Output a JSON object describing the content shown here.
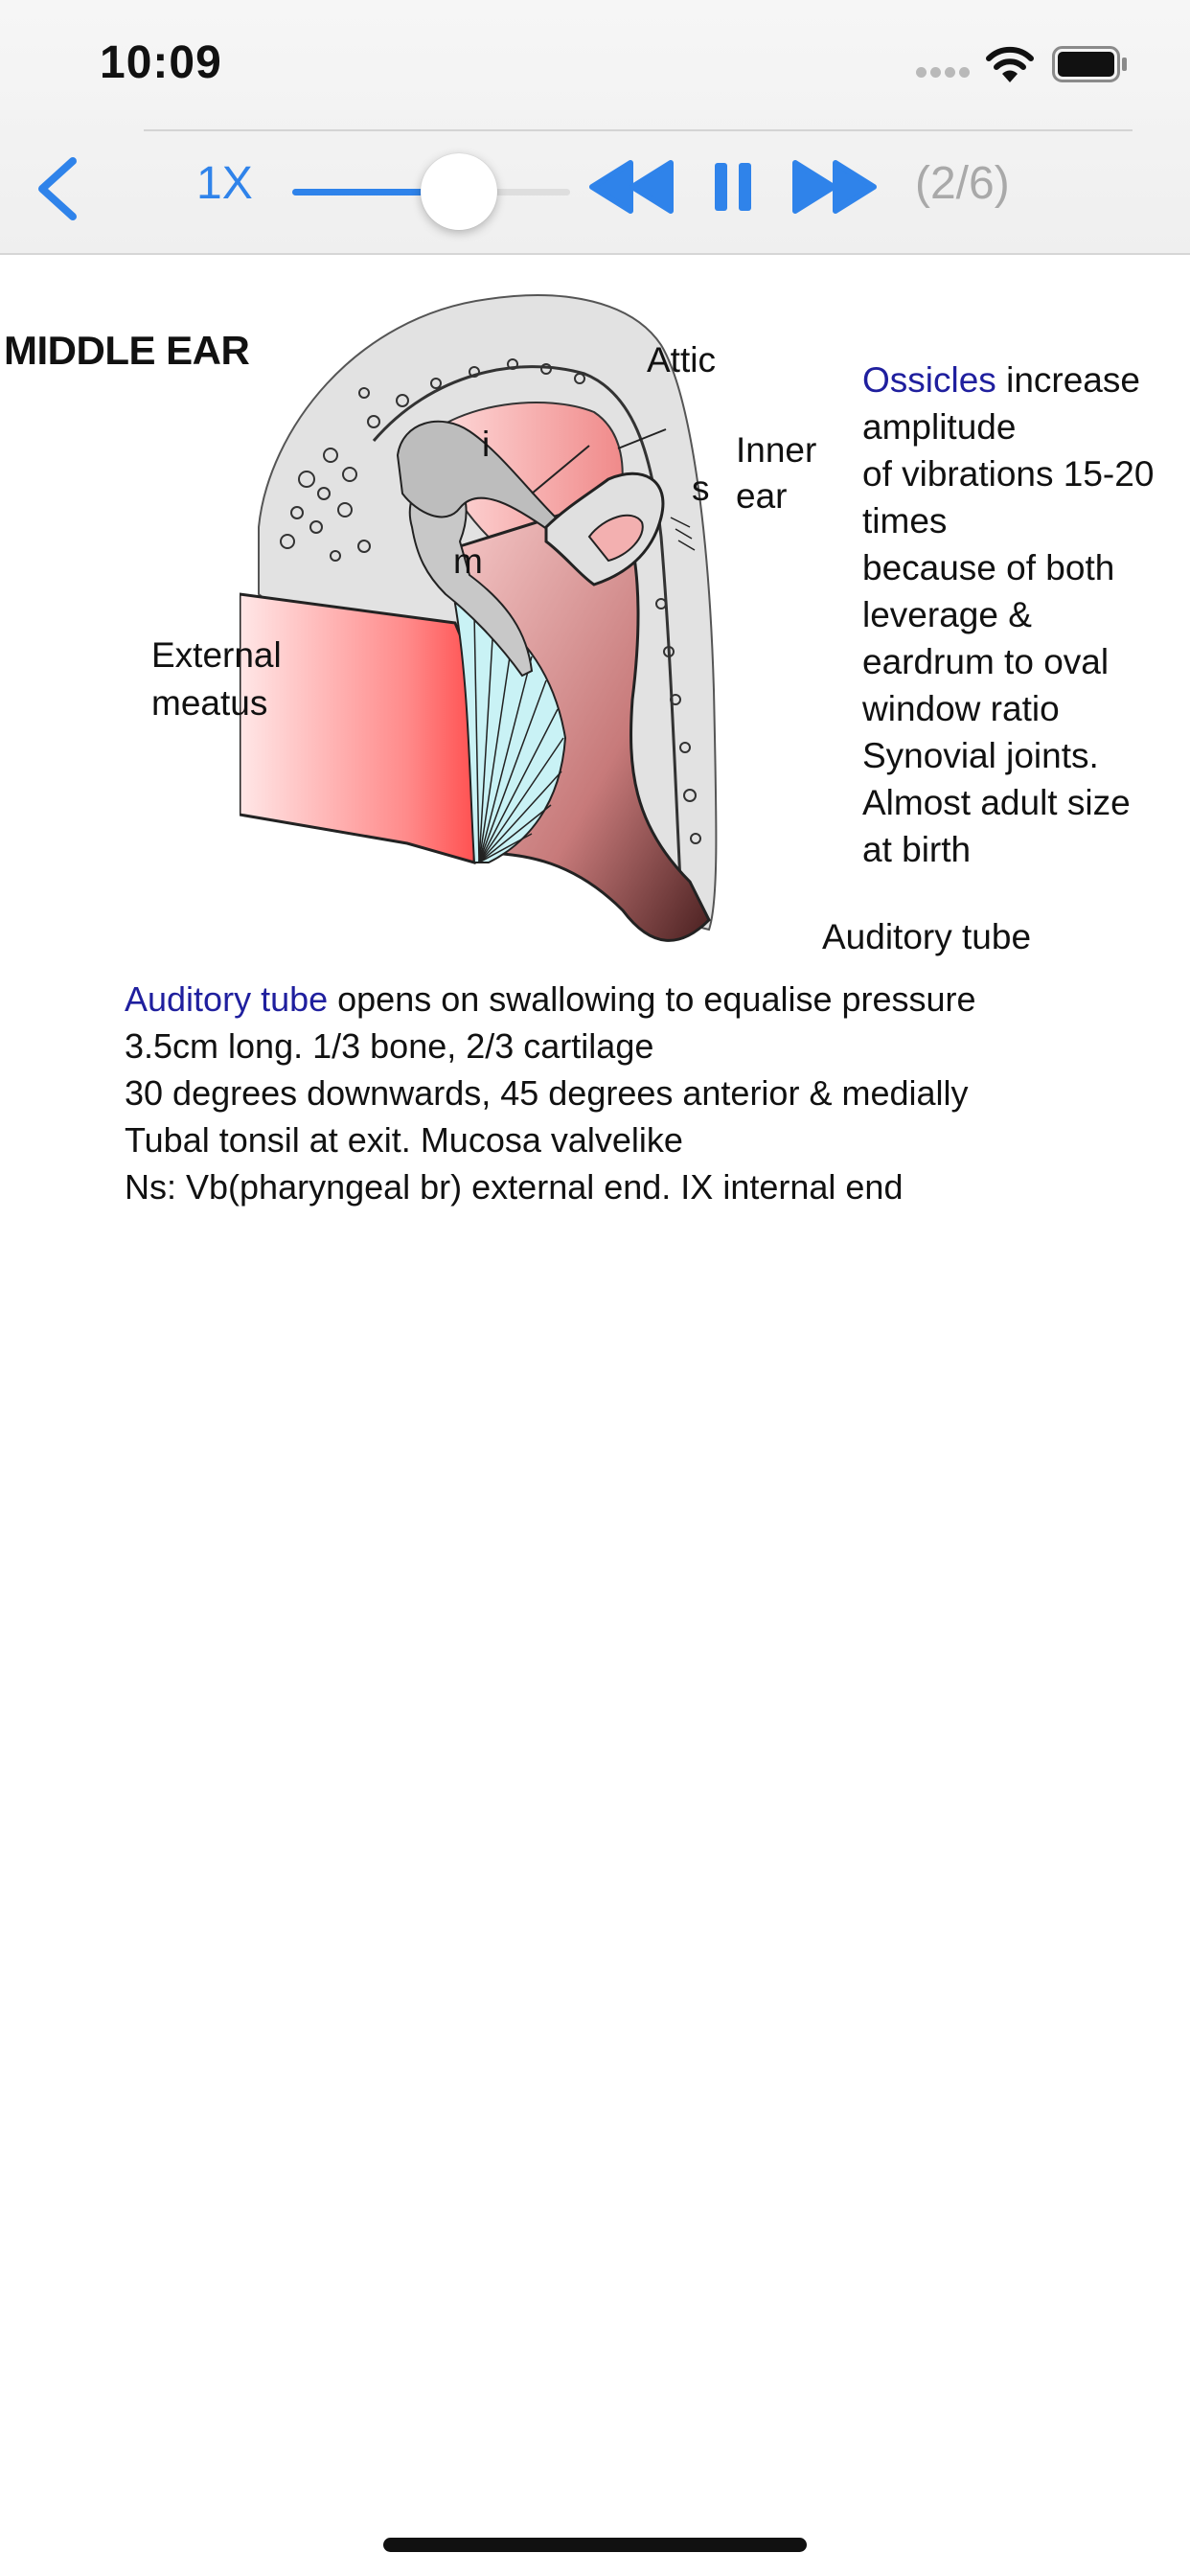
{
  "status_bar": {
    "time": "10:09"
  },
  "toolbar": {
    "speed_label": "1X",
    "slider_progress": 0.6,
    "page_counter": "(2/6)",
    "accent_color": "#2f83ea",
    "icons": [
      "chevron-left-icon",
      "rewind-icon",
      "pause-icon",
      "fast-forward-icon"
    ]
  },
  "slide": {
    "title": "MIDDLE EAR",
    "diagram_labels": {
      "attic": "Attic",
      "inner_ear_line1": "Inner",
      "inner_ear_line2": "ear",
      "stapes": "s",
      "incus": "i",
      "malleus": "m",
      "external_meatus_line1": "External",
      "external_meatus_line2": "meatus",
      "auditory_tube": "Auditory tube"
    },
    "ossicles_note": {
      "term": "Ossicles",
      "line1_rest": " increase",
      "lines": [
        "amplitude",
        "of vibrations 15-20",
        "times",
        "because of both",
        "leverage  &",
        "eardrum to oval",
        "window ratio",
        "Synovial joints.",
        "Almost adult size",
        "at birth"
      ]
    },
    "tube_notes": {
      "term": "Auditory tube",
      "line1_rest": " opens on swallowing to equalise  pressure",
      "lines": [
        "3.5cm long. 1/3 bone, 2/3 cartilage",
        "30 degrees downwards, 45 degrees anterior & medially",
        "Tubal tonsil at exit. Mucosa valvelike",
        "Ns: Vb(pharyngeal br) external end. IX internal end"
      ]
    },
    "accent_color": "#1f1f9e"
  }
}
